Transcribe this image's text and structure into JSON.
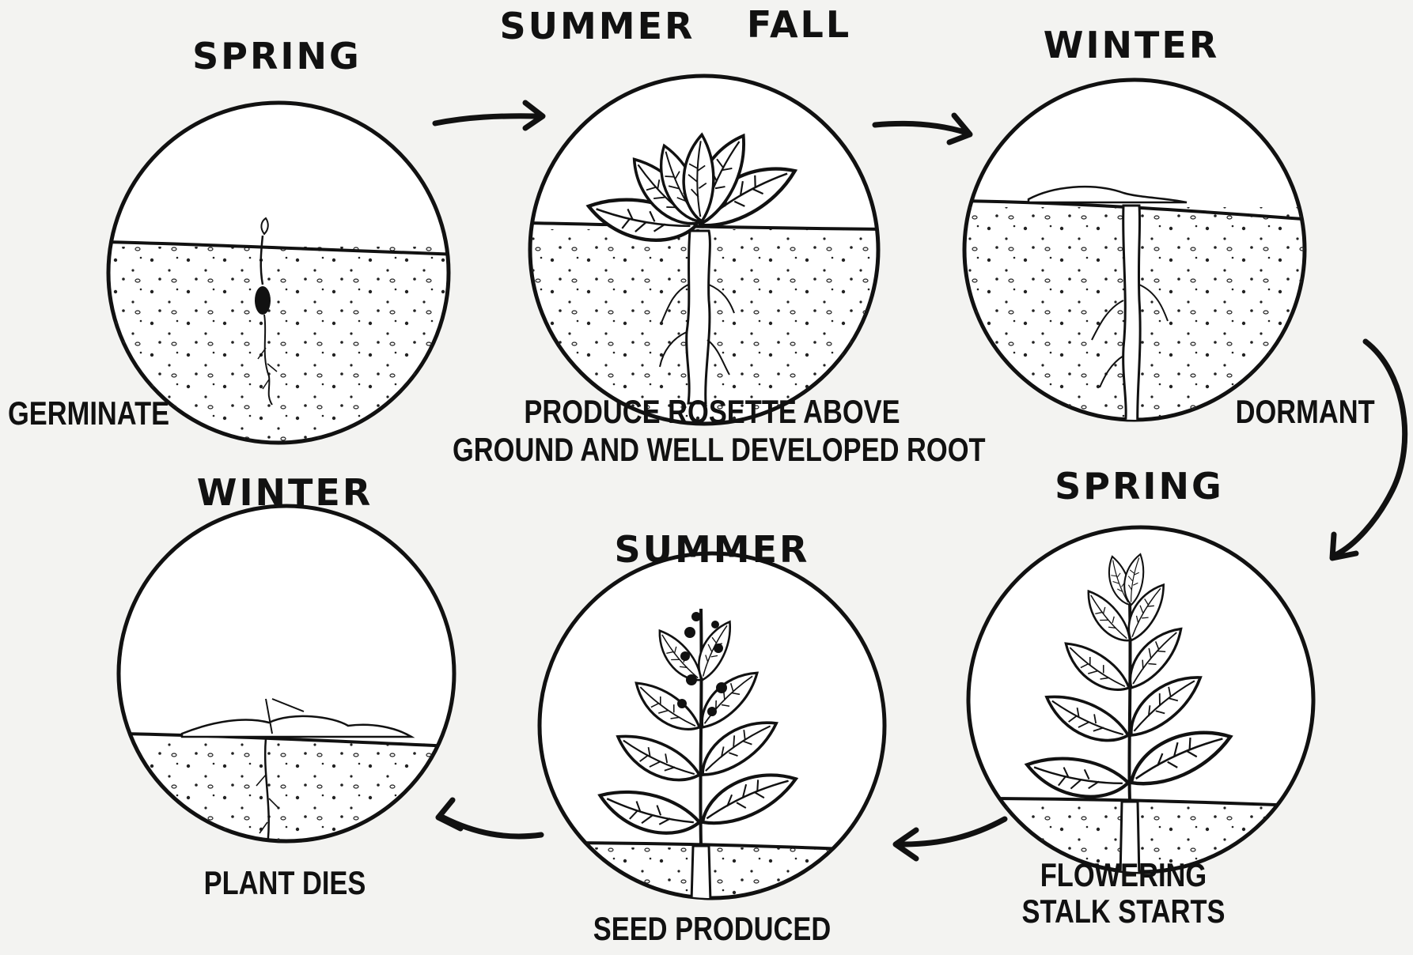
{
  "stages": [
    {
      "season": "SPRING",
      "caption": [
        "GERMINATE"
      ]
    },
    {
      "season": "SUMMER",
      "season2": "FALL",
      "caption": [
        "PRODUCE ROSETTE ABOVE",
        "GROUND AND WELL DEVELOPED ROOT"
      ]
    },
    {
      "season": "WINTER",
      "caption": [
        "DORMANT"
      ]
    },
    {
      "season": "SPRING",
      "caption": [
        "FLOWERING",
        "STALK STARTS"
      ]
    },
    {
      "season": "SUMMER",
      "caption": [
        "SEED PRODUCED"
      ]
    },
    {
      "season": "WINTER",
      "caption": [
        "PLANT DIES"
      ]
    }
  ],
  "colors": {
    "ink": "#111111",
    "paper": "#f3f3f1"
  }
}
